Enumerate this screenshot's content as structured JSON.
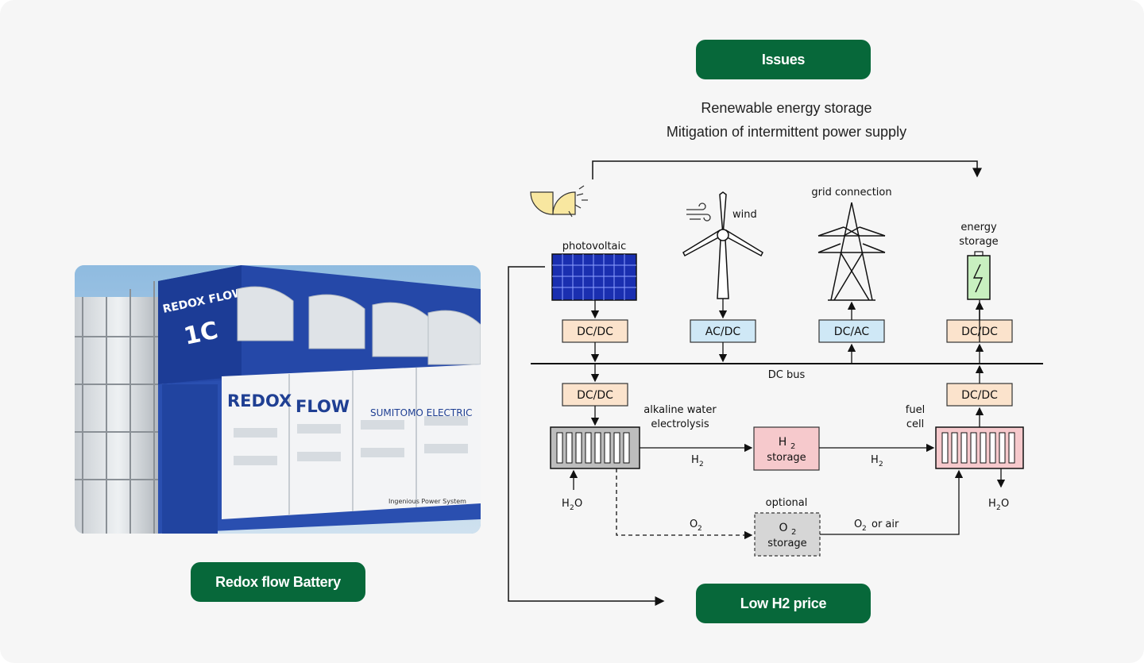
{
  "pills": {
    "issues": "Issues",
    "redox": "Redox flow Battery",
    "low_h2": "Low H2 price"
  },
  "issues_text": {
    "line1": "Renewable energy storage",
    "line2": "Mitigation of intermittent power supply"
  },
  "photo": {
    "roof_sign_line1": "REDOX FLOW",
    "roof_sign_line2": "1C",
    "panel_title_left": "REDOX",
    "panel_title_right": "FLOW",
    "brand": "SUMITOMO ELECTRIC",
    "tagline": "Ingenious Power System"
  },
  "diagram": {
    "labels": {
      "photovoltaic": "photovoltaic",
      "wind": "wind",
      "grid": "grid connection",
      "energy_storage_1": "energy",
      "energy_storage_2": "storage",
      "dc_bus": "DC bus",
      "alkaline_1": "alkaline water",
      "alkaline_2": "electrolysis",
      "fuel_1": "fuel",
      "fuel_2": "cell",
      "h2_left": "H",
      "h2_right": "H",
      "h2o_in": "H",
      "h2o_out": "H",
      "o2_flow": "O",
      "o2_air": "or air",
      "optional": "optional",
      "storage": "storage",
      "h2_storage_top": "H",
      "o2_storage_top": "O"
    },
    "boxes": {
      "pv_dcdc": "DC/DC",
      "wind_acdc": "AC/DC",
      "grid_dcac": "DC/AC",
      "es_dcdc": "DC/DC",
      "elec_dcdc": "DC/DC",
      "fc_dcdc": "DC/DC"
    },
    "colors": {
      "converter_orange": "#fbe3cc",
      "converter_blue": "#cfe8f6",
      "h2_storage": "#f6c9cc",
      "o2_storage": "#d6d6d6",
      "battery": "#c8f0c0",
      "pv_panel": "#1a2fb0",
      "sun": "#f8e7a0"
    }
  },
  "colors": {
    "pill_green": "#07683a",
    "background": "#f6f6f6"
  }
}
